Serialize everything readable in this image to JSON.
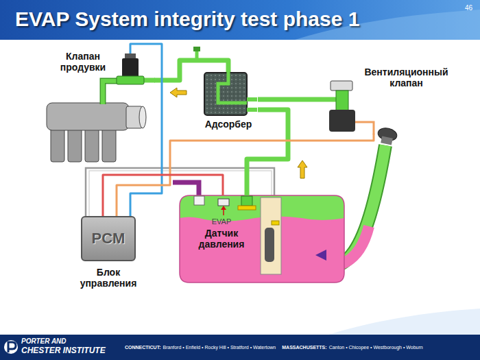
{
  "diagram": {
    "title": "EVAP System integrity test phase 1",
    "nodes": [
      {
        "text": [
          "Клапан продувки"
        ]
      },
      {
        "text": [
          "Адсорбер"
        ]
      },
      {
        "text": [
          "Вентиляционный клапан"
        ]
      },
      {
        "text": [
          "PCM",
          "Блок управления"
        ]
      },
      {
        "text": [
          "EVAP",
          "Датчик давления"
        ]
      }
    ],
    "edges": [
      {
        "from": 0,
        "to": 1,
        "arrow": "none"
      },
      {
        "from": 1,
        "to": 2,
        "arrow": "none"
      },
      {
        "from": 1,
        "to": 4,
        "arrow": "none"
      },
      {
        "from": 3,
        "to": 0,
        "arrow": "none"
      },
      {
        "from": 3,
        "to": 2,
        "arrow": "none"
      },
      {
        "from": 3,
        "to": 4,
        "arrow": "none"
      }
    ],
    "labels": [
      "46",
      "PORTER AND",
      "CHESTER INSTITUTE",
      "CONNECTICUT:",
      "Branford • Enfield • Rocky Hill • Stratford • Watertown",
      "MASSACHUSETTS:",
      "Canton • Chicopee • Westborough • Woburn"
    ]
  }
}
